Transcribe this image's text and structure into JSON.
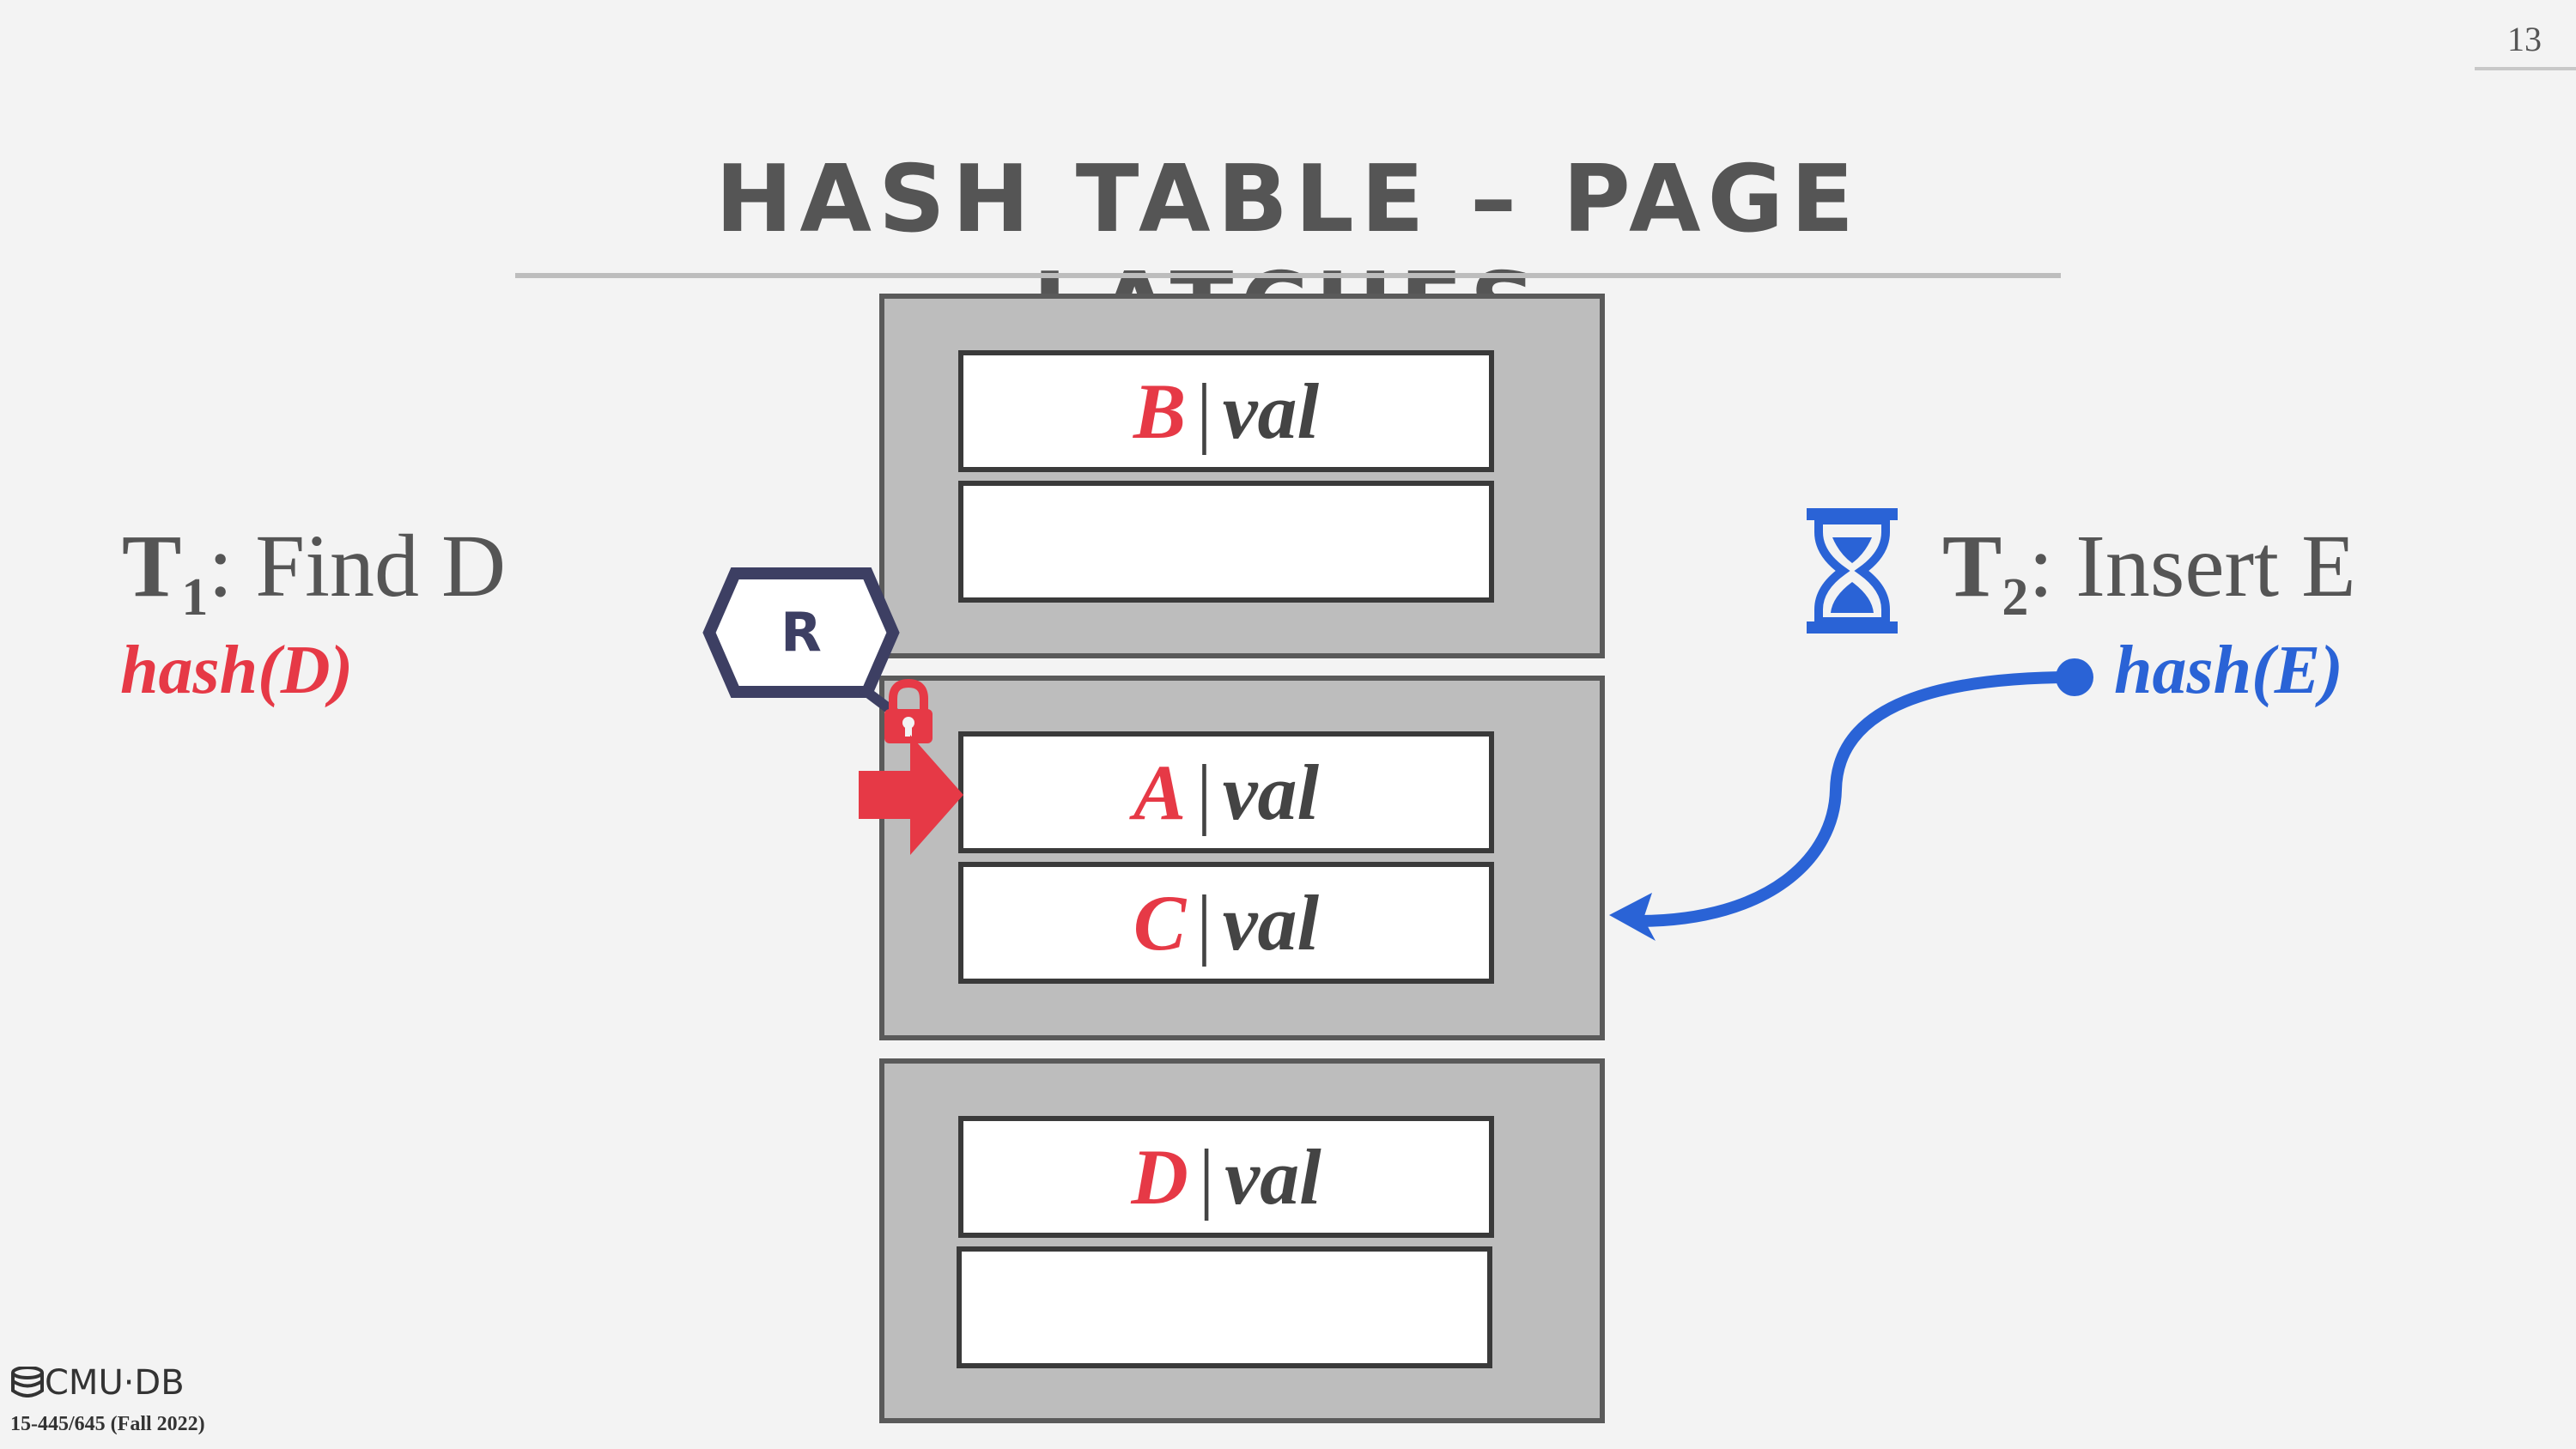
{
  "slide": {
    "number": "13",
    "title": "HASH TABLE – PAGE LATCHES"
  },
  "pages": [
    {
      "slots": [
        {
          "key": "B",
          "value": "val"
        },
        {
          "key": "",
          "value": ""
        }
      ]
    },
    {
      "slots": [
        {
          "key": "A",
          "value": "val"
        },
        {
          "key": "C",
          "value": "val"
        }
      ]
    },
    {
      "slots": [
        {
          "key": "D",
          "value": "val"
        },
        {
          "key": "",
          "value": ""
        }
      ]
    }
  ],
  "t1": {
    "name": "T",
    "sub": "1",
    "op": ": Find D",
    "hash": "hash(D)"
  },
  "t2": {
    "name": "T",
    "sub": "2",
    "op": ": Insert E",
    "hash": "hash(E)"
  },
  "latch": {
    "mode": "R"
  },
  "footer": {
    "logo": "CMU·DB",
    "course": "15-445/645 (Fall 2022)"
  },
  "colors": {
    "key_red": "#e63946",
    "t2_blue": "#2a63d6",
    "latch_navy": "#3d3f63"
  },
  "icons": [
    "hourglass-icon",
    "lock-icon",
    "arrow-right-icon",
    "database-icon"
  ]
}
